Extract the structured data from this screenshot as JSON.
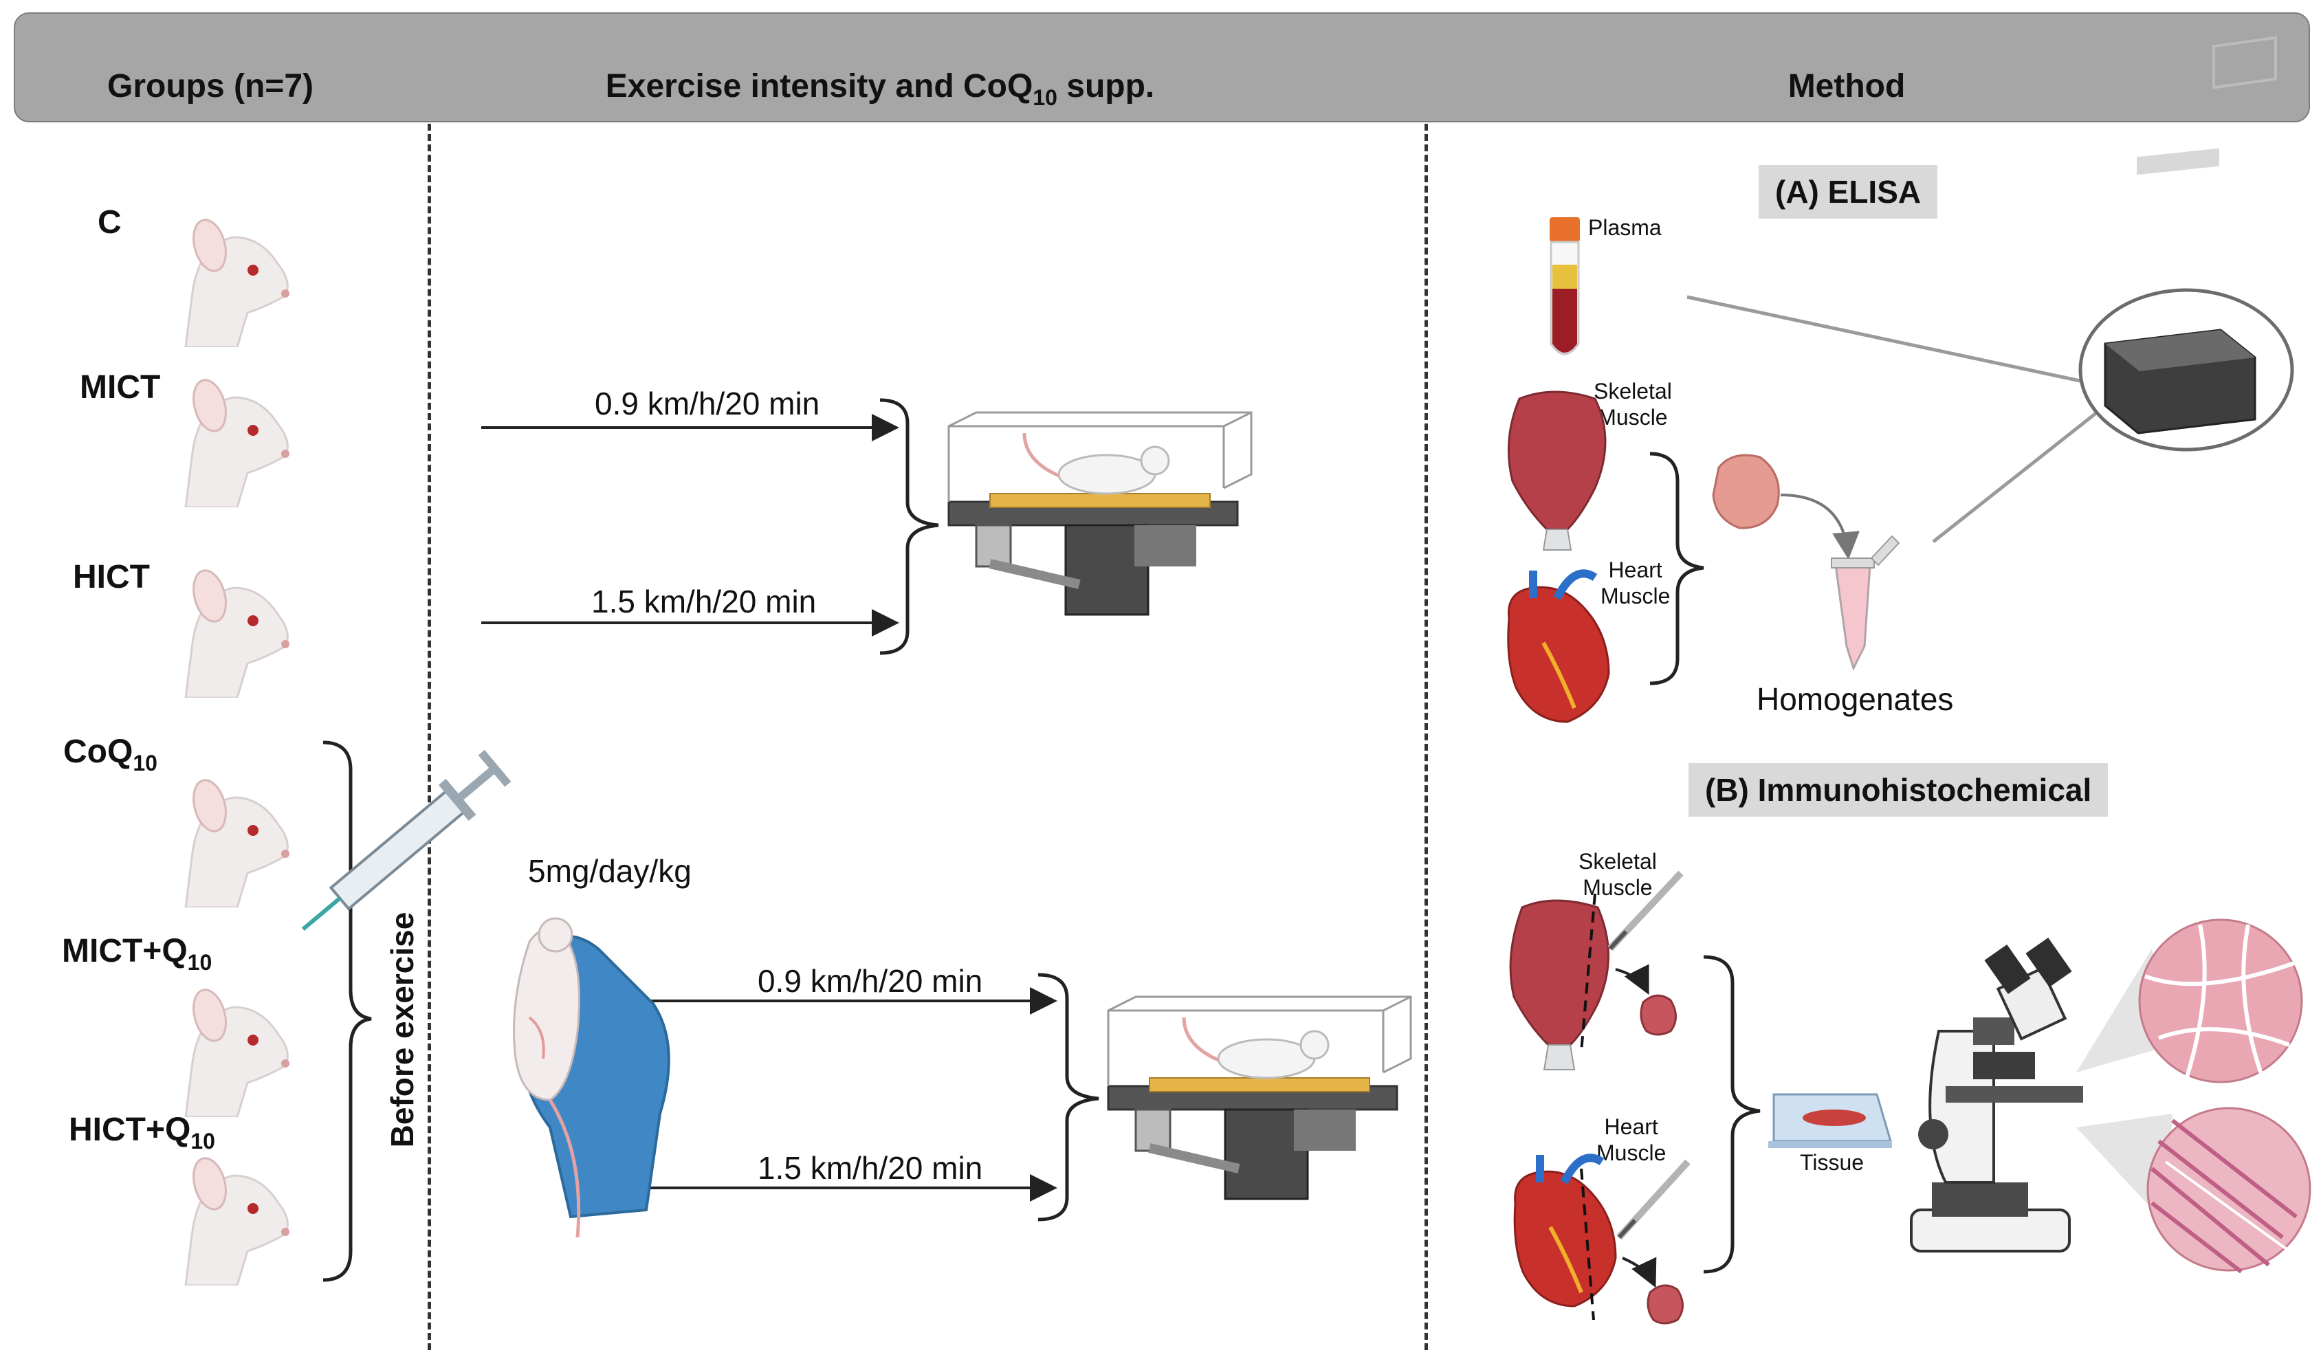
{
  "header": {
    "groups": "Groups (n=7)",
    "exercise_prefix": "Exercise intensity and CoQ",
    "exercise_sub": "10",
    "exercise_suffix": " supp.",
    "method": "Method"
  },
  "groups": [
    {
      "label": "C",
      "sub": ""
    },
    {
      "label": "MICT",
      "sub": ""
    },
    {
      "label": "HICT",
      "sub": ""
    },
    {
      "label": "CoQ",
      "sub": "10"
    },
    {
      "label": "MICT+Q",
      "sub": "10"
    },
    {
      "label": "HICT+Q",
      "sub": "10"
    }
  ],
  "before_exercise": "Before exercise",
  "exercise": {
    "top": [
      "0.9 km/h/20 min",
      "1.5 km/h/20 min"
    ],
    "dose": "5mg/day/kg",
    "bottom": [
      "0.9 km/h/20 min",
      "1.5 km/h/20 min"
    ]
  },
  "method": {
    "elisa_title": "(A) ELISA",
    "plasma": "Plasma",
    "skeletal_muscle_1": "Skeletal",
    "skeletal_muscle_2": "Muscle",
    "heart_muscle_1": "Heart",
    "heart_muscle_2": "Muscle",
    "homogenates": "Homogenates",
    "ihc_title": "(B) Immunohistochemical",
    "tissue": "Tissue"
  },
  "colors": {
    "header_bg": "#a6a6a6",
    "label_box_bg": "#d9d9d9",
    "muscle_red": "#b5404a",
    "heart_red": "#c8302c",
    "glove_blue": "#3f88c5",
    "treadmill_yellow": "#e6b54a",
    "tissue_pink": "#e9a7b4"
  },
  "icons": [
    "rat-icon",
    "treadmill-icon",
    "syringe-icon",
    "hand-with-rat-icon",
    "blood-tube-icon",
    "skeletal-muscle-icon",
    "heart-icon",
    "tissue-sample-icon",
    "microtube-icon",
    "plate-reader-icon",
    "scalpel-icon",
    "slide-icon",
    "microscope-icon",
    "histology-image-icon"
  ]
}
